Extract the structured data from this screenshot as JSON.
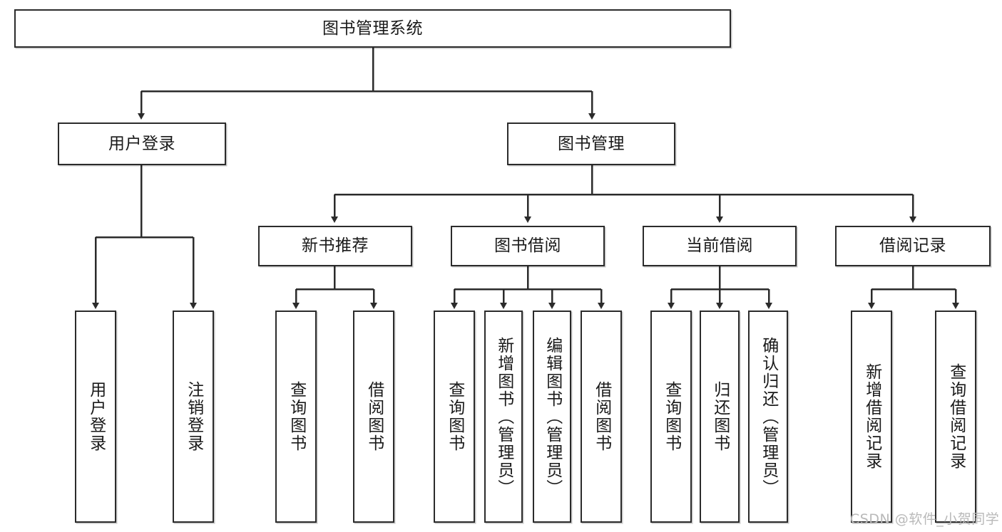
{
  "diagram": {
    "type": "tree-hierarchy",
    "title": "图书管理系统",
    "orientation": "top-down",
    "colors": {
      "box_border": "#2b2b2b",
      "box_fill": "#ffffff",
      "connector": "#2b2b2b",
      "text": "#1a1a1a",
      "watermark": "#b9b9b9",
      "background": "#ffffff"
    }
  },
  "root": {
    "label": "图书管理系统"
  },
  "level2": [
    {
      "label": "用户登录"
    },
    {
      "label": "图书管理"
    }
  ],
  "level3": [
    {
      "label": "新书推荐"
    },
    {
      "label": "图书借阅"
    },
    {
      "label": "当前借阅"
    },
    {
      "label": "借阅记录"
    }
  ],
  "leaves": {
    "user_login": [
      {
        "label": "用户登录"
      },
      {
        "label": "注销登录"
      }
    ],
    "new_book_recommend": [
      {
        "label": "查询图书"
      },
      {
        "label": "借阅图书"
      }
    ],
    "book_borrow": [
      {
        "label": "查询图书"
      },
      {
        "label": "新增图书（管理员）"
      },
      {
        "label": "编辑图书（管理员）"
      },
      {
        "label": "借阅图书"
      }
    ],
    "current_borrow": [
      {
        "label": "查询图书"
      },
      {
        "label": "归还图书"
      },
      {
        "label": "确认归还（管理员）"
      }
    ],
    "borrow_record": [
      {
        "label": "新增借阅记录"
      },
      {
        "label": "查询借阅记录"
      }
    ]
  },
  "watermark": {
    "text": "CSDN @软件_小贺同学"
  }
}
